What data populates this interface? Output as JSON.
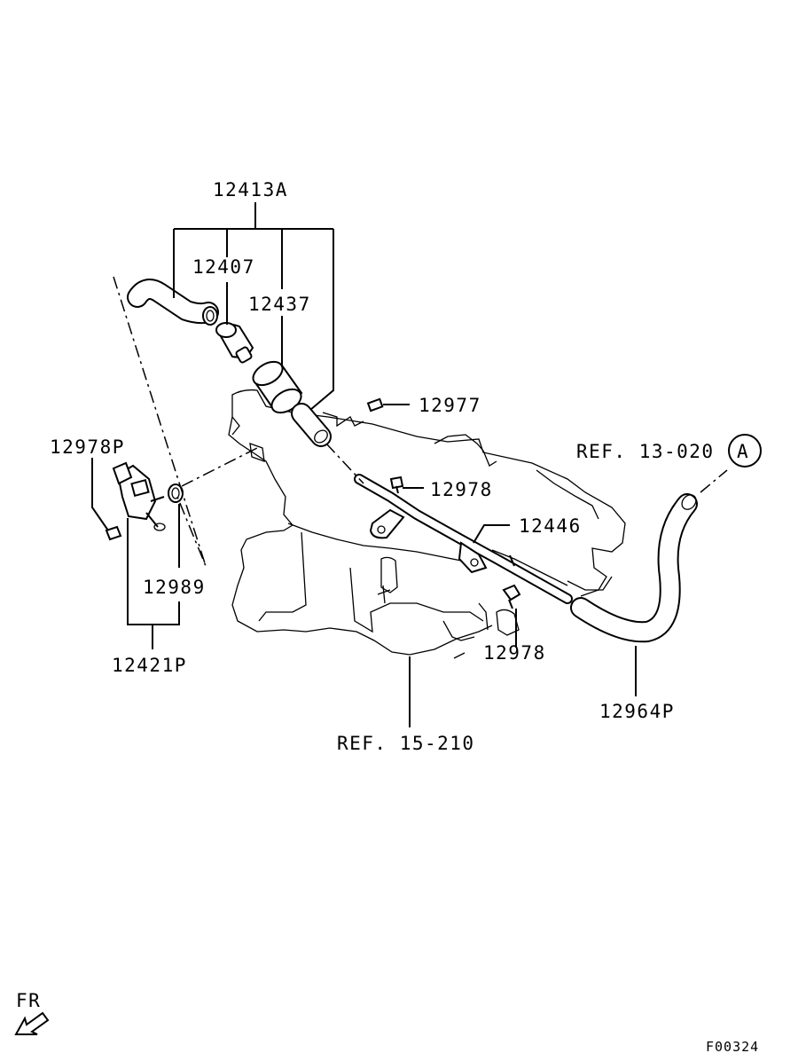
{
  "parts": {
    "p12413A": "12413A",
    "p12407": "12407",
    "p12437": "12437",
    "p12977": "12977",
    "p12978P": "12978P",
    "p12978_a": "12978",
    "p12978_b": "12978",
    "p12446": "12446",
    "p12989": "12989",
    "p12421P": "12421P",
    "p12964P": "12964P"
  },
  "refs": {
    "ref13": "REF. 13-020",
    "ref15": "REF. 15-210",
    "circle_a": "A"
  },
  "footer": {
    "direction": "FR",
    "figure_code": "F00324"
  }
}
